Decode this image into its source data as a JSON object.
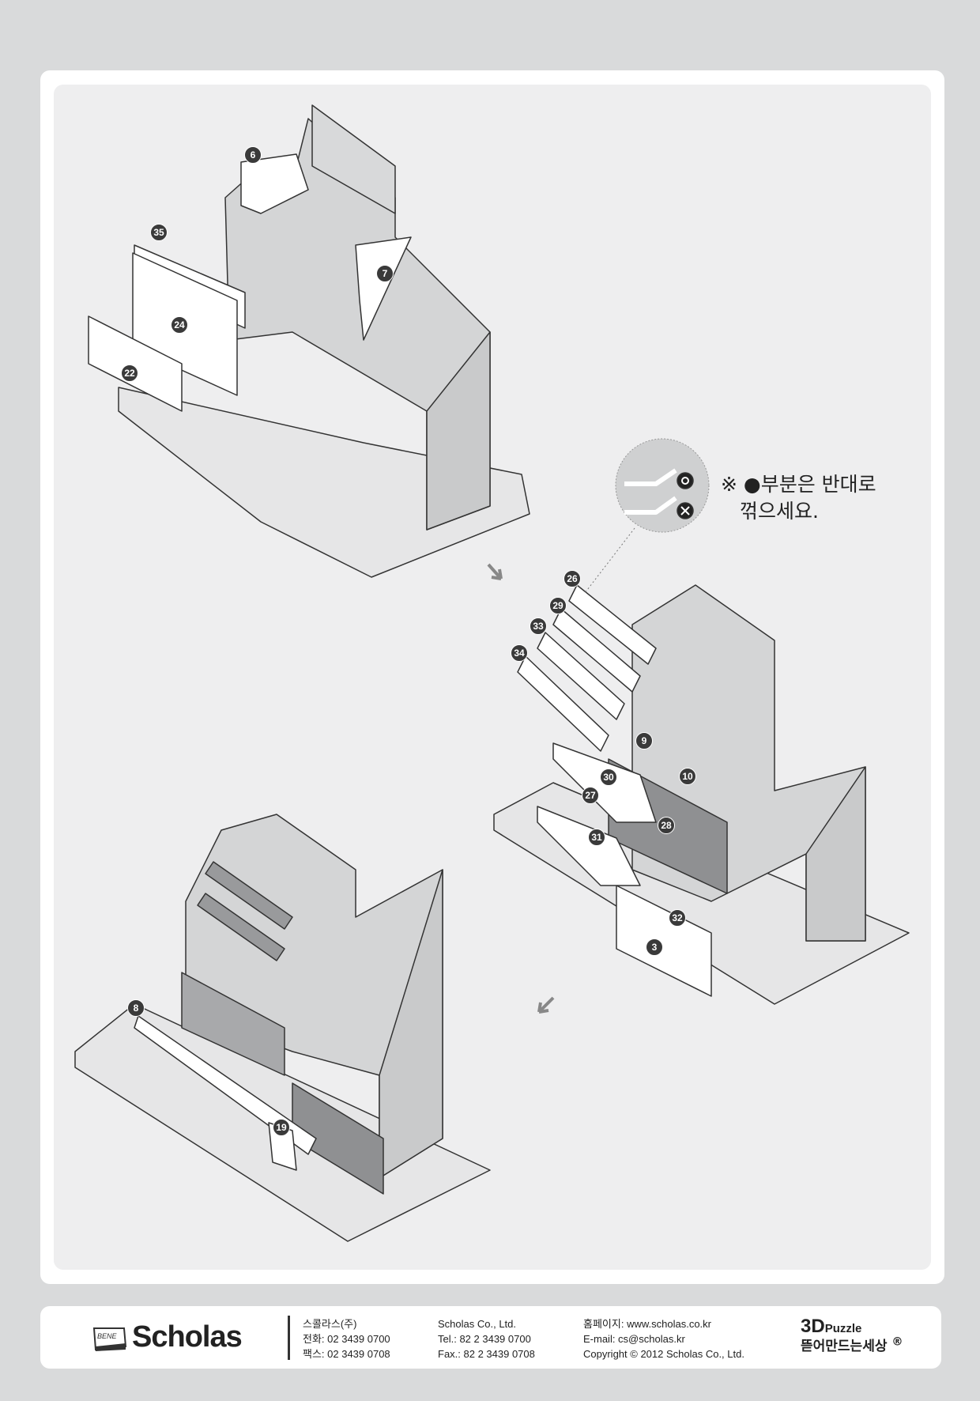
{
  "instruction_note": {
    "line1": "※ ●부분은 반대로",
    "line2": "꺾으세요.",
    "correct_symbol": "O",
    "wrong_symbol": "X"
  },
  "steps": [
    {
      "parts": [
        "6",
        "35",
        "7",
        "24",
        "22"
      ]
    },
    {
      "parts": [
        "26",
        "29",
        "33",
        "34",
        "9",
        "30",
        "10",
        "27",
        "28",
        "31",
        "32",
        "3"
      ]
    },
    {
      "parts": [
        "8",
        "19"
      ]
    }
  ],
  "footer": {
    "logo_small": "BENE",
    "logo": "Scholas",
    "kr": {
      "company": "스콜라스(주)",
      "tel": "전화: 02 3439 0700",
      "fax": "팩스: 02 3439 0708"
    },
    "en": {
      "company": "Scholas Co., Ltd.",
      "tel": "Tel.: 82 2 3439 0700",
      "fax": "Fax.: 82 2 3439 0708"
    },
    "web": {
      "homepage": "홈페이지: www.scholas.co.kr",
      "email": "E-mail: cs@scholas.kr",
      "copyright": "Copyright © 2012 Scholas Co., Ltd."
    },
    "brand": {
      "line1a": "3D",
      "line1b": "Puzzle",
      "line2": "뜯어만드는세상",
      "reg": "®"
    }
  }
}
